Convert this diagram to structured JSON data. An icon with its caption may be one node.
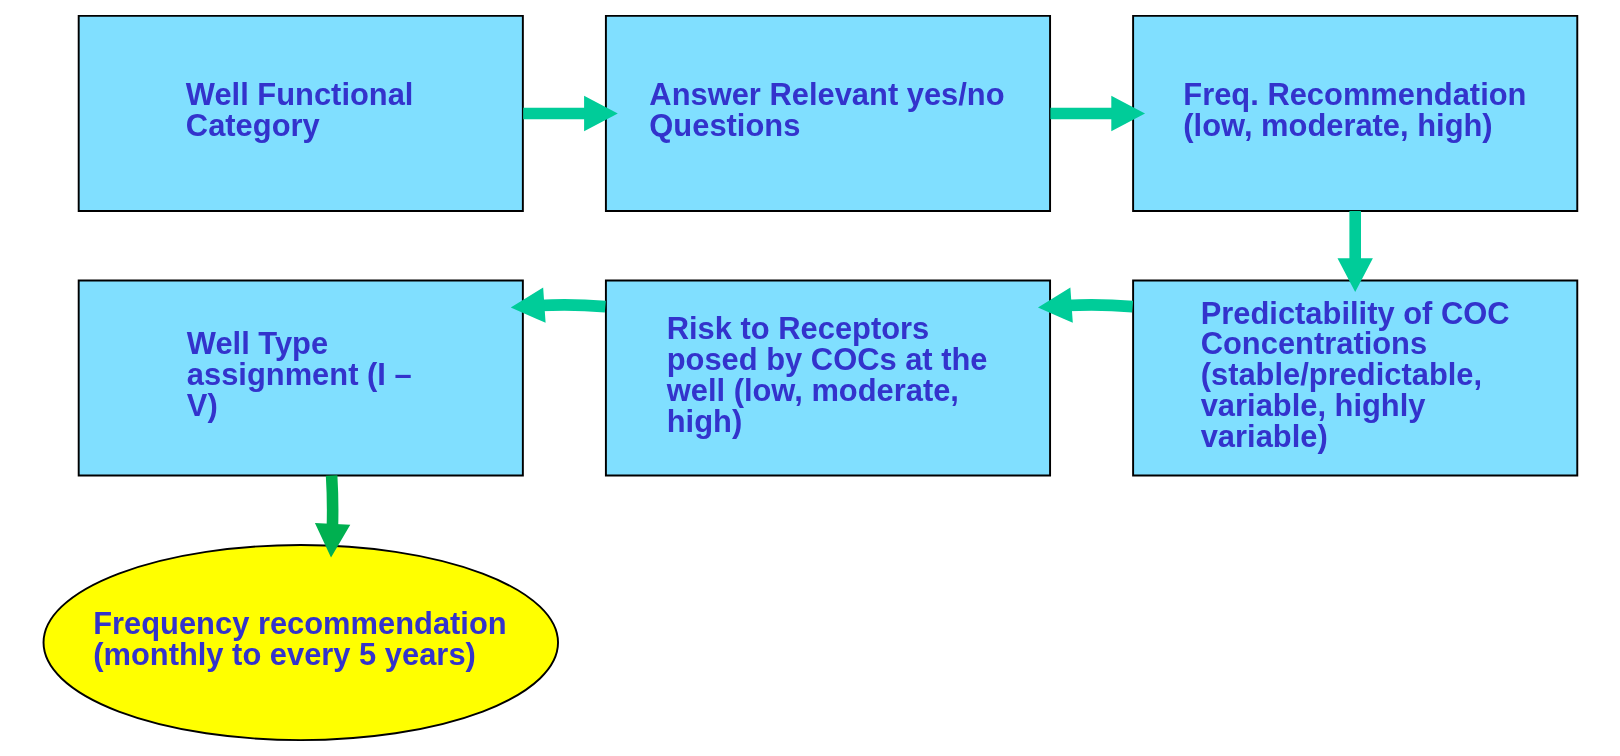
{
  "diagram": {
    "nodes": [
      {
        "text": [
          "Well Functional Category"
        ]
      },
      {
        "text": [
          "Answer Relevant yes/no Questions"
        ]
      },
      {
        "text": [
          "Freq. Recommendation (low, moderate, high)"
        ]
      },
      {
        "text": [
          "Predictability of COC Concentrations (stable/predictable, variable, highly variable)"
        ]
      },
      {
        "text": [
          "Risk to Receptors posed by COCs at the well (low, moderate, high)"
        ]
      },
      {
        "text": [
          "Well Type assignment (I – V)"
        ]
      },
      {
        "text": [
          "Frequency recommendation (monthly to every 5 years)"
        ]
      }
    ],
    "edges": [
      {
        "from": 0,
        "to": 1,
        "arrow": "to"
      },
      {
        "from": 1,
        "to": 2,
        "arrow": "to"
      },
      {
        "from": 2,
        "to": 3,
        "arrow": "to"
      },
      {
        "from": 3,
        "to": 4,
        "arrow": "to"
      },
      {
        "from": 4,
        "to": 5,
        "arrow": "to"
      },
      {
        "from": 5,
        "to": 6,
        "arrow": "to",
        "color": "#00b050"
      }
    ]
  }
}
